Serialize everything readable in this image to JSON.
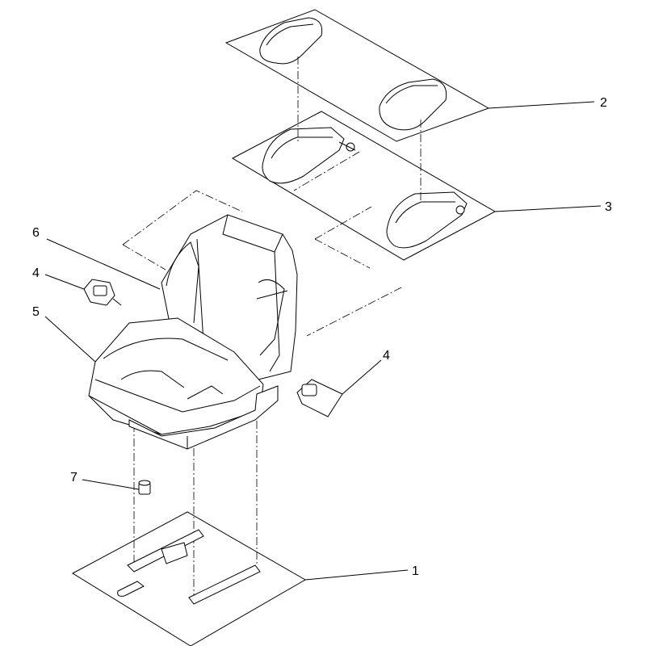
{
  "diagram": {
    "callouts": [
      {
        "id": "c2",
        "label": "2"
      },
      {
        "id": "c3",
        "label": "3"
      },
      {
        "id": "c6",
        "label": "6"
      },
      {
        "id": "c4a",
        "label": "4"
      },
      {
        "id": "c5",
        "label": "5"
      },
      {
        "id": "c4b",
        "label": "4"
      },
      {
        "id": "c7",
        "label": "7"
      },
      {
        "id": "c1",
        "label": "1"
      }
    ]
  }
}
